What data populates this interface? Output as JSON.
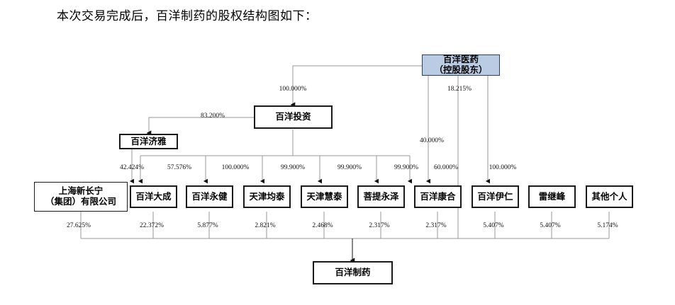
{
  "caption": "本次交易完成后，百洋制药的股权结构图如下：",
  "colors": {
    "highlight_fill": "#b9cce3",
    "highlight_border": "#2c3f66",
    "node_border": "#1a1a1a",
    "line": "#9a9a9a",
    "arrow": "#111111",
    "background": "#ffffff"
  },
  "diagram": {
    "type": "ownership-structure-chart",
    "nodes": {
      "holding": {
        "label": "百洋医药\n（控股股东）",
        "highlight": true
      },
      "investment": {
        "label": "百洋投资",
        "highlight": false
      },
      "jiya": {
        "label": "百洋济雅",
        "highlight": false
      },
      "target": {
        "label": "百洋制药",
        "highlight": false
      }
    },
    "shareholders": [
      {
        "label": "上海新长宁\n（集团）有限公司",
        "upper_pct": "42.424%",
        "lower_pct": "27.625%"
      },
      {
        "label": "百洋大成",
        "upper_pct": "57.576%",
        "lower_pct": "22.372%"
      },
      {
        "label": "百洋永健",
        "upper_pct": "100.000%",
        "lower_pct": "5.877%"
      },
      {
        "label": "天津均泰",
        "upper_pct": "99.900%",
        "lower_pct": "2.821%"
      },
      {
        "label": "天津慧泰",
        "upper_pct": "99.900%",
        "lower_pct": "2.468%"
      },
      {
        "label": "菩提永泽",
        "upper_pct": "99.900%",
        "lower_pct": "2.317%"
      },
      {
        "label": "百洋康合",
        "upper_pct": "60.000%",
        "lower_pct": "2.317%"
      },
      {
        "label": "百洋伊仁",
        "upper_pct": "100.000%",
        "lower_pct": "5.407%"
      },
      {
        "label": "雷继峰",
        "upper_pct": "",
        "lower_pct": "5.407%"
      },
      {
        "label": "其他个人",
        "upper_pct": "",
        "lower_pct": "5.174%"
      }
    ],
    "edge_labels": {
      "holding_to_investment": "100.000%",
      "investment_to_jiya": "83.200%",
      "holding_to_kanghe": "40.000%",
      "holding_to_target": "18.215%",
      "holding_to_yiren": "100.000%"
    }
  }
}
